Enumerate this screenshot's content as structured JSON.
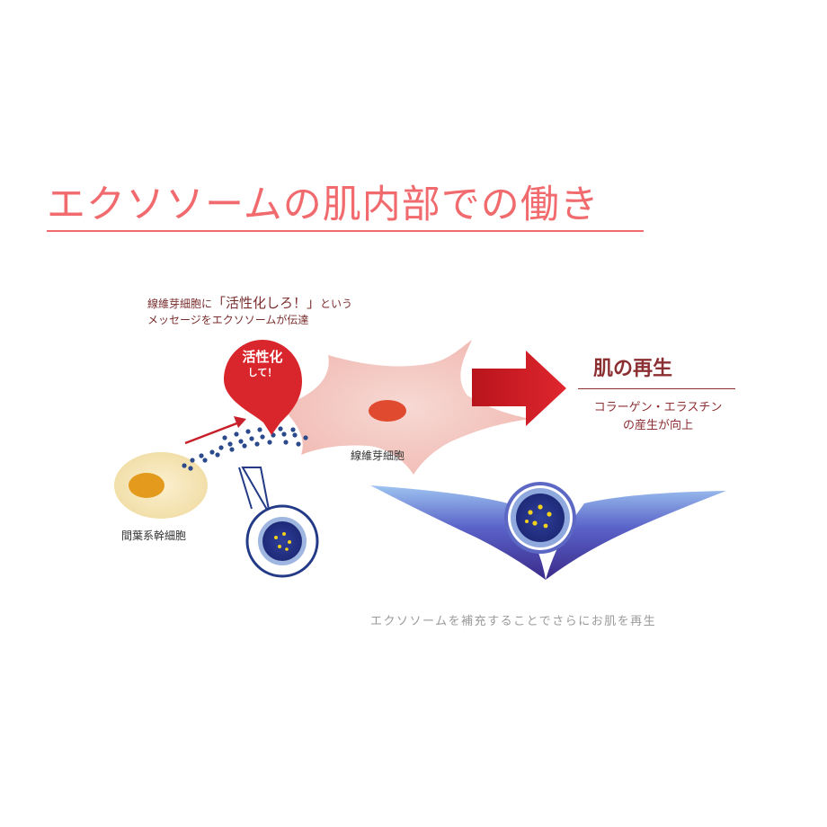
{
  "title": "エクソソームの肌内部での働き",
  "message": {
    "line1_prefix": "線維芽細胞に",
    "line1_quote": "「活性化しろ！」",
    "line1_suffix": "という",
    "line2": "メッセージをエクソソームが伝達"
  },
  "pin": {
    "line1": "活性化",
    "line2": "して！"
  },
  "labels": {
    "fibroblast": "線維芽細胞",
    "mesenchymal": "間葉系幹細胞"
  },
  "result": {
    "title": "肌の再生",
    "line1": "コラーゲン・エラスチン",
    "line2": "の産生が向上"
  },
  "caption": "エクソソームを補充することでさらにお肌を再生",
  "colors": {
    "title": "#f06a6e",
    "pin": "#d9262c",
    "arrow": "#c8202a",
    "result_text": "#8c2f33",
    "dots": "#2b4a8c",
    "fibroblast_body": "#f3c7c2",
    "fibroblast_nucleus": "#e04a2e",
    "stem_cell_body": "#f6e6b8",
    "stem_cell_nucleus": "#e49a1c"
  }
}
